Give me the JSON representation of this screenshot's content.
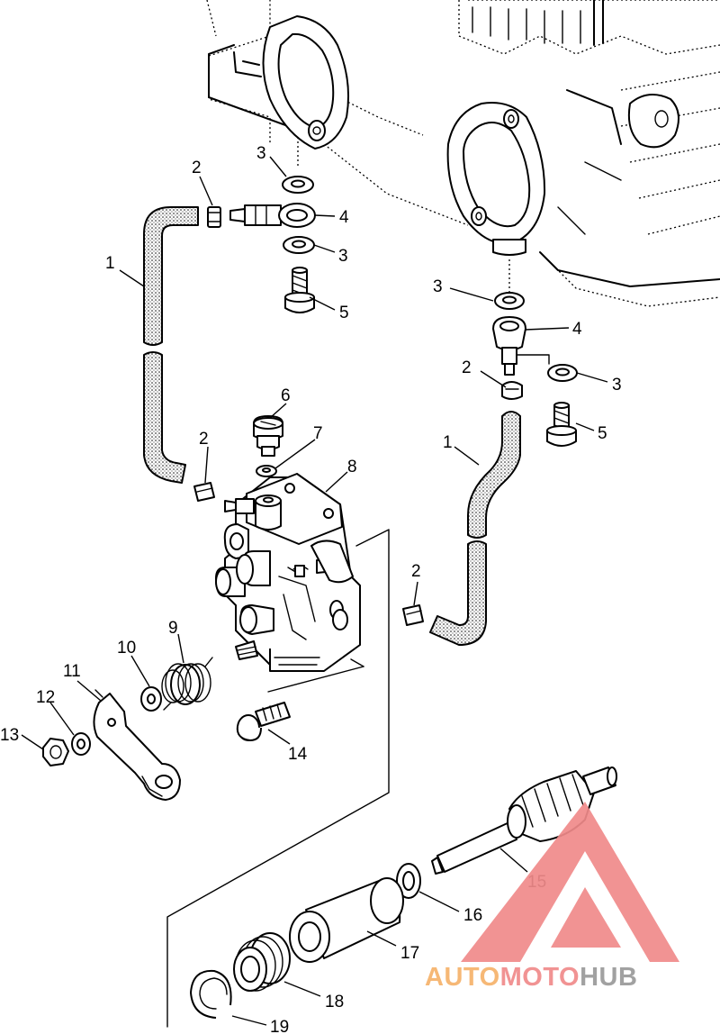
{
  "callouts": [
    {
      "id": "c1a",
      "text": "1",
      "part": "hose"
    },
    {
      "id": "c1b",
      "text": "1",
      "part": "hose"
    },
    {
      "id": "c2a",
      "text": "2",
      "part": "hose-clamp"
    },
    {
      "id": "c2b",
      "text": "2",
      "part": "hose-clamp"
    },
    {
      "id": "c2c",
      "text": "2",
      "part": "hose-clamp"
    },
    {
      "id": "c2d",
      "text": "2",
      "part": "hose-clamp"
    },
    {
      "id": "c3a",
      "text": "3",
      "part": "washer"
    },
    {
      "id": "c3b",
      "text": "3",
      "part": "washer"
    },
    {
      "id": "c3c",
      "text": "3",
      "part": "washer"
    },
    {
      "id": "c3d",
      "text": "3",
      "part": "washer"
    },
    {
      "id": "c4a",
      "text": "4",
      "part": "banjo-fitting"
    },
    {
      "id": "c4b",
      "text": "4",
      "part": "banjo-fitting"
    },
    {
      "id": "c5a",
      "text": "5",
      "part": "banjo-bolt"
    },
    {
      "id": "c5b",
      "text": "5",
      "part": "banjo-bolt"
    },
    {
      "id": "c6",
      "text": "6",
      "part": "bleed-screw"
    },
    {
      "id": "c7",
      "text": "7",
      "part": "washer"
    },
    {
      "id": "c8",
      "text": "8",
      "part": "oil-pump"
    },
    {
      "id": "c9",
      "text": "9",
      "part": "spring"
    },
    {
      "id": "c10",
      "text": "10",
      "part": "washer"
    },
    {
      "id": "c11",
      "text": "11",
      "part": "pump-lever"
    },
    {
      "id": "c12",
      "text": "12",
      "part": "lock-washer"
    },
    {
      "id": "c13",
      "text": "13",
      "part": "nut"
    },
    {
      "id": "c14",
      "text": "14",
      "part": "screw"
    },
    {
      "id": "c15",
      "text": "15",
      "part": "drive-gear-shaft"
    },
    {
      "id": "c16",
      "text": "16",
      "part": "thrust-washer"
    },
    {
      "id": "c17",
      "text": "17",
      "part": "bushing"
    },
    {
      "id": "c18",
      "text": "18",
      "part": "seal"
    },
    {
      "id": "c19",
      "text": "19",
      "part": "snap-ring"
    }
  ],
  "watermark": {
    "part1": "AUTO",
    "part2": "MOTO",
    "part3": "HUB",
    "color_triangle": "#f08a8a",
    "color_auto": "#f6b26b",
    "color_moto": "#f08a8a",
    "color_hub": "#9a9a9a"
  }
}
